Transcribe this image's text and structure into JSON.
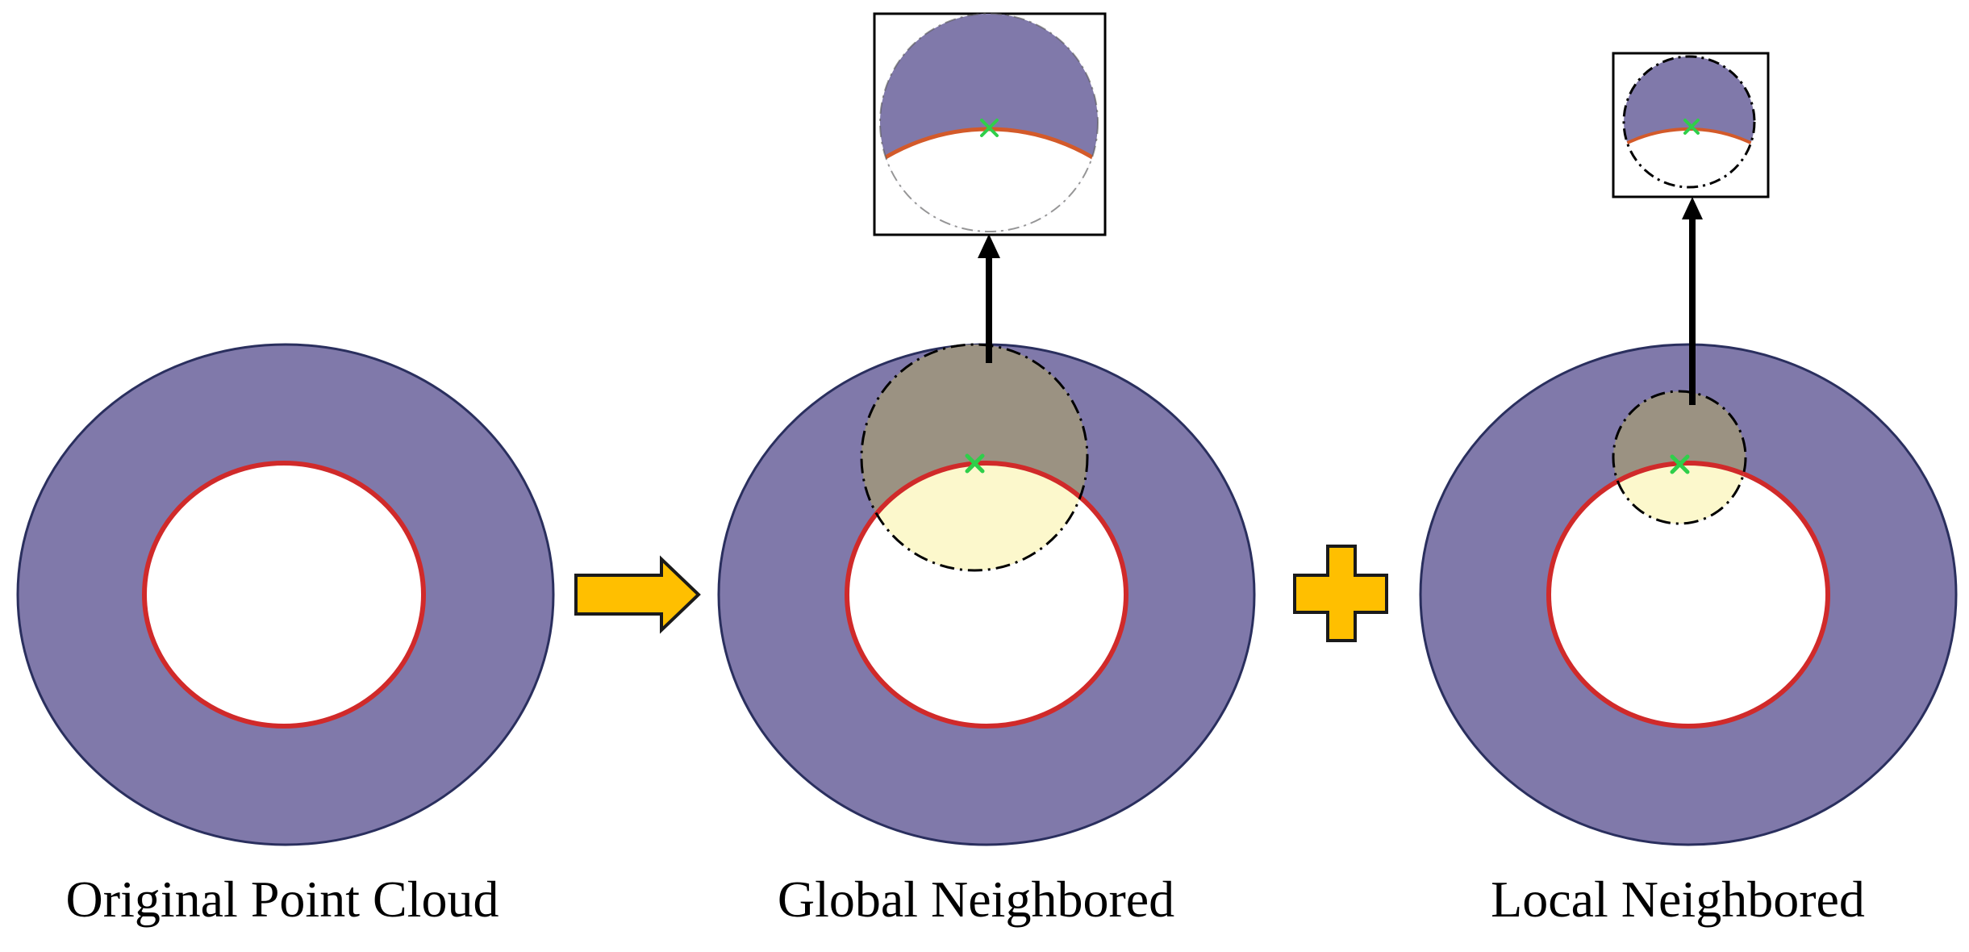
{
  "panels": [
    {
      "caption": "Original Point Cloud"
    },
    {
      "caption": "Global Neighbored"
    },
    {
      "caption": "Local Neighbored"
    }
  ],
  "connectors": {
    "first": "right-arrow",
    "second": "plus-sign"
  },
  "colors": {
    "ring_fill": "#8079aa",
    "ring_outline": "#2a2f5e",
    "boundary": "#d02a2a",
    "hole_fill": "#ffffff",
    "neighborhood_outer": "#9b9282",
    "neighborhood_inner": "#fcf8cc",
    "center_marker": "#2fcf4a",
    "connector_fill": "#ffbf00",
    "connector_outline": "#1a1a1a",
    "inset_arrow": "#000000"
  },
  "markers": {
    "center": "cross-marker",
    "neighborhood_outline": "dash-dot"
  }
}
